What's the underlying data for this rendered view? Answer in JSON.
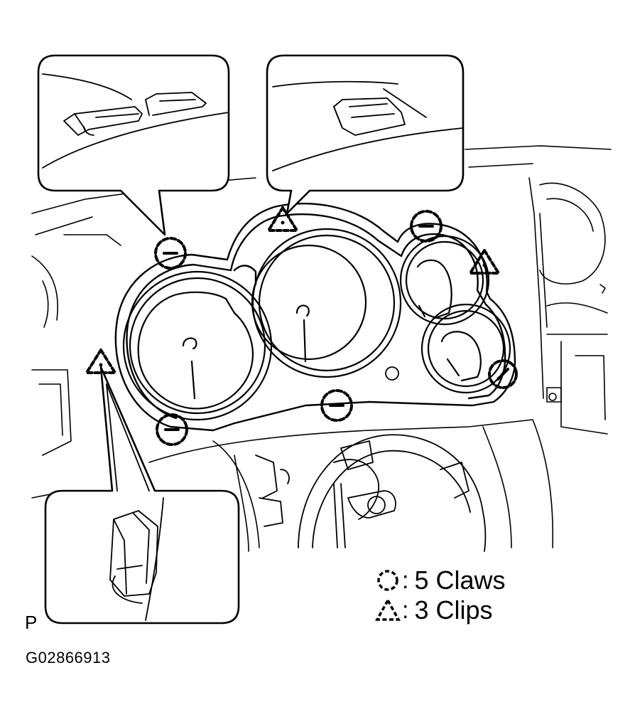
{
  "legend": {
    "claws": {
      "symbol": "dashed-circle-icon",
      "text": "5 Claws"
    },
    "clips": {
      "symbol": "dashed-triangle-icon",
      "text": "3 Clips"
    }
  },
  "view_letter": "P",
  "figure_code": "G02866913",
  "colors": {
    "line": "#000000",
    "background": "#ffffff"
  }
}
